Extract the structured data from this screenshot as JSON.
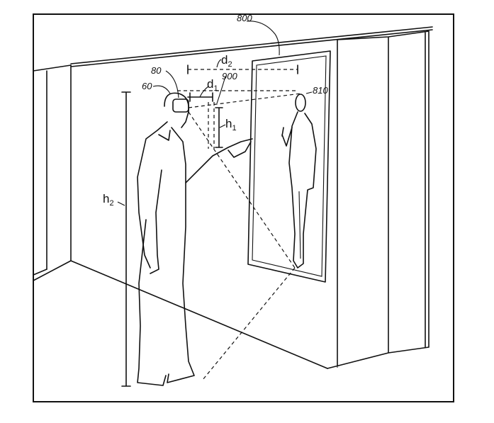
{
  "figure": {
    "labels": {
      "mirror": "800",
      "reflection": "810",
      "device": "80",
      "head": "60",
      "marker": "900",
      "d1": "d",
      "d1_sub": "1",
      "d2": "d",
      "d2_sub": "2",
      "h1": "h",
      "h1_sub": "1",
      "h2": "h",
      "h2_sub": "2"
    }
  }
}
